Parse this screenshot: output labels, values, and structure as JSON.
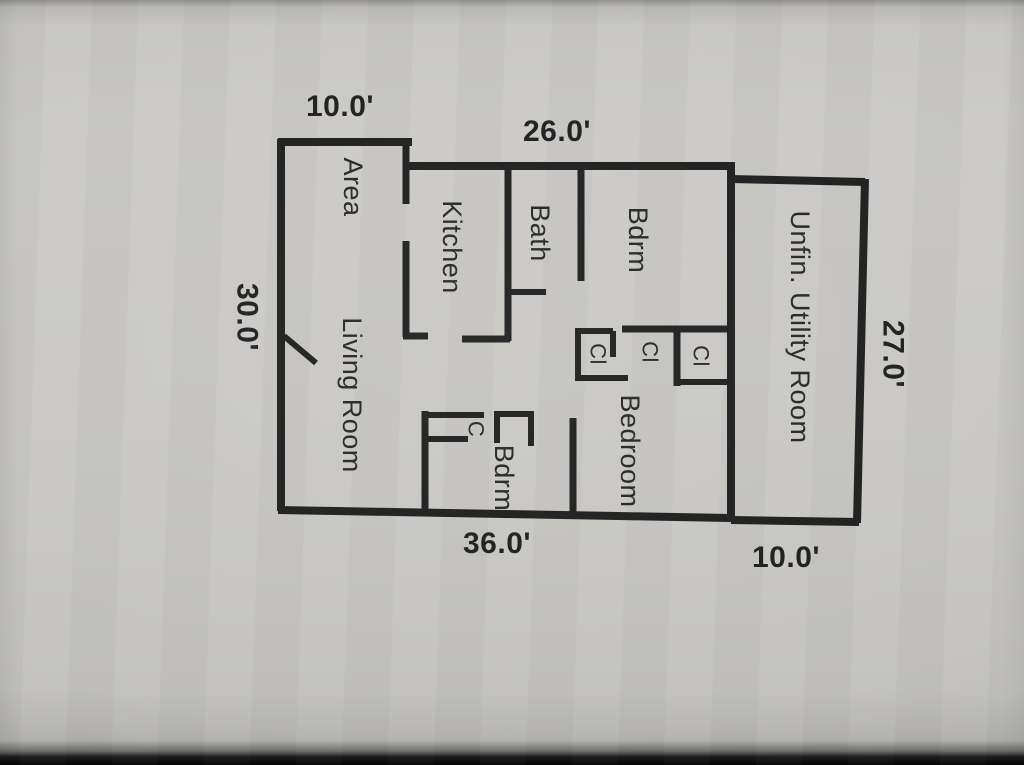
{
  "photo": {
    "paper_color": "#c9c8c5",
    "ink_color": "#1f1f1f",
    "text_color": "#262626",
    "description": "Photograph of a hand-drafted floor plan, rotated 90 degrees (labels read top-to-bottom)"
  },
  "floor_plan": {
    "rooms": {
      "area": "Area",
      "kitchen": "Kitchen",
      "bath": "Bath",
      "bdrm_top": "Bdrm",
      "utility": "Unfin. Utility Room",
      "bedroom": "Bedroom",
      "bdrm_lower": "Bdrm",
      "living_room": "Living Room"
    },
    "closets": {
      "cl1": "Cl",
      "cl2": "Cl",
      "cl3": "Cl",
      "c": "C"
    },
    "dimensions": {
      "top_left": "10.0'",
      "top": "26.0'",
      "right": "27.0'",
      "left": "30.0'",
      "bottom": "36.0'",
      "bottom_right": "10.0'"
    }
  }
}
